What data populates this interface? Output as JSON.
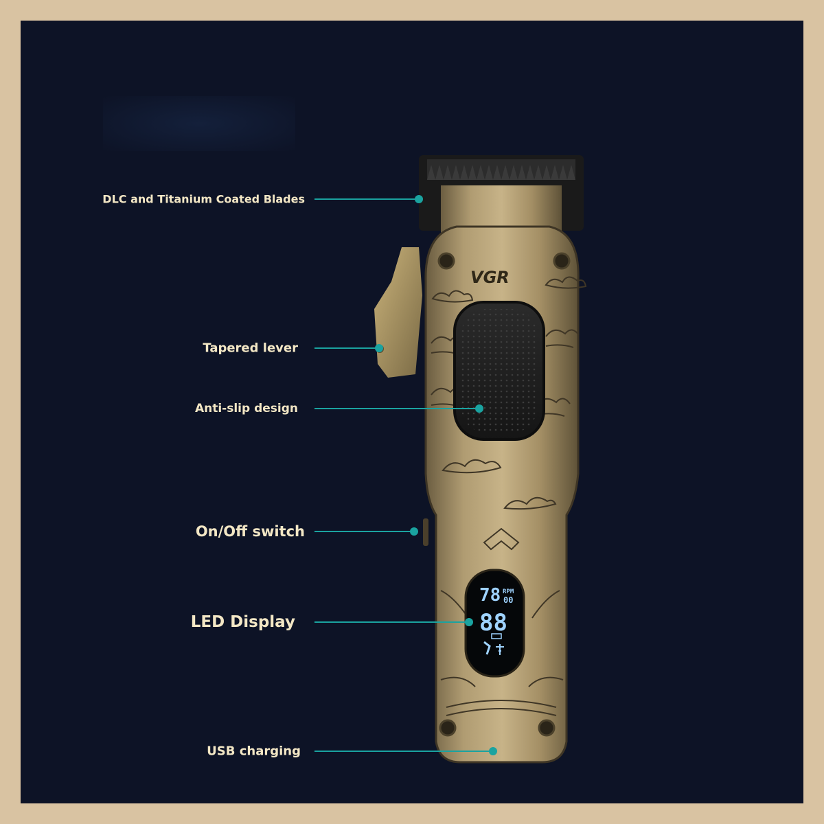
{
  "brand": "VGR",
  "display": {
    "rpm_label": "RPM",
    "digits_top": "78",
    "digits_small": "00",
    "digits_main": "88"
  },
  "callouts": [
    {
      "label": "DLC and Titanium Coated Blades"
    },
    {
      "label": "Tapered lever"
    },
    {
      "label": "Anti-slip design"
    },
    {
      "label": "On/Off switch"
    },
    {
      "label": "LED Display"
    },
    {
      "label": "USB charging"
    }
  ],
  "colors": {
    "frame": "#d9c3a2",
    "background": "#0d1326",
    "label": "#f3e7c5",
    "accent": "#1aa3a0",
    "body_gold": "#a6926a"
  }
}
